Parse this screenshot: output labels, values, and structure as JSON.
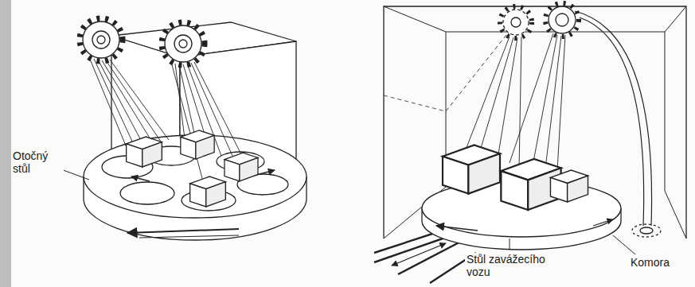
{
  "diagram": {
    "labels": [
      "Otočný stůl",
      "Stůl zavážecího vozu",
      "Komora"
    ]
  }
}
